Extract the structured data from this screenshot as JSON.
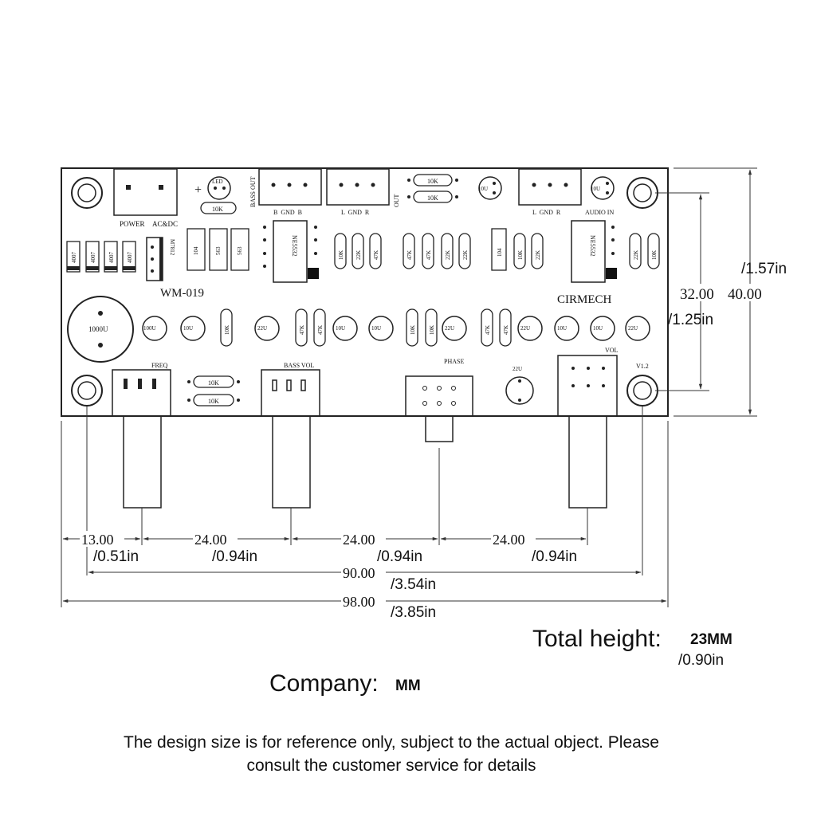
{
  "board": {
    "model": "WM-019",
    "brand": "CIRMECH",
    "version": "V1.2",
    "labels": {
      "power": "POWER",
      "acdc": "AC&DC",
      "led": "LED",
      "bass_out": "BASS OUT",
      "out": "OUT",
      "bgndb": "B  GND  B",
      "lgndr_out": "L  GND  R",
      "lgndr_in": "L  GND  R",
      "audio_in": "AUDIO IN",
      "freq": "FREQ",
      "bass_vol": "BASS VOL",
      "phase": "PHASE",
      "vol": "VOL",
      "plus": "+",
      "ic1": "NE5532",
      "ic2": "NE5532",
      "bridge": "M7812",
      "cap_big": "1000U"
    },
    "resistors_top": [
      "10K",
      "10K"
    ],
    "resistor_led": "10K",
    "resistors_freq": [
      "10K",
      "10K"
    ],
    "diodes": [
      "4007",
      "4007",
      "4007",
      "4007"
    ],
    "film_caps": [
      "104",
      "563",
      "563"
    ],
    "resistors_mid_a": [
      "10K",
      "22K",
      "47K"
    ],
    "resistors_mid_b": [
      "47K",
      "47K",
      "22K",
      "22K"
    ],
    "resistors_mid_c": [
      "104",
      "10K",
      "22K"
    ],
    "resistors_mid_d": [
      "22K",
      "10K"
    ],
    "caps_row": [
      "100U",
      "10U",
      "22U",
      "10U",
      "10U",
      "22U",
      "22U",
      "10U",
      "10U",
      "22U"
    ],
    "resistors_row": [
      "10K",
      "47K",
      "47K",
      "10K",
      "10K",
      "47K",
      "47K"
    ],
    "cap_top1": "10U",
    "cap_top2": "10U",
    "cap_bottom": "22U"
  },
  "dimensions": {
    "seg1": "13.00",
    "seg1_in": "/0.51in",
    "seg2": "24.00",
    "seg2_in": "/0.94in",
    "seg3": "24.00",
    "seg3_in": "/0.94in",
    "seg4": "24.00",
    "seg4_in": "/0.94in",
    "hole_span": "90.00",
    "hole_span_in": "/3.54in",
    "total_width": "98.00",
    "total_width_in": "/3.85in",
    "height_inner": "32.00",
    "height_inner_in": "/1.25in",
    "height_outer": "40.00",
    "height_outer_in": "/1.57in"
  },
  "info": {
    "total_height_label": "Total height:",
    "total_height_value": "23MM",
    "total_height_in": "/0.90in",
    "company_label": "Company:",
    "company_value": "MM",
    "disclaimer_line1": "The design size is for reference only, subject to the actual object. Please",
    "disclaimer_line2": "consult the customer service for details"
  }
}
